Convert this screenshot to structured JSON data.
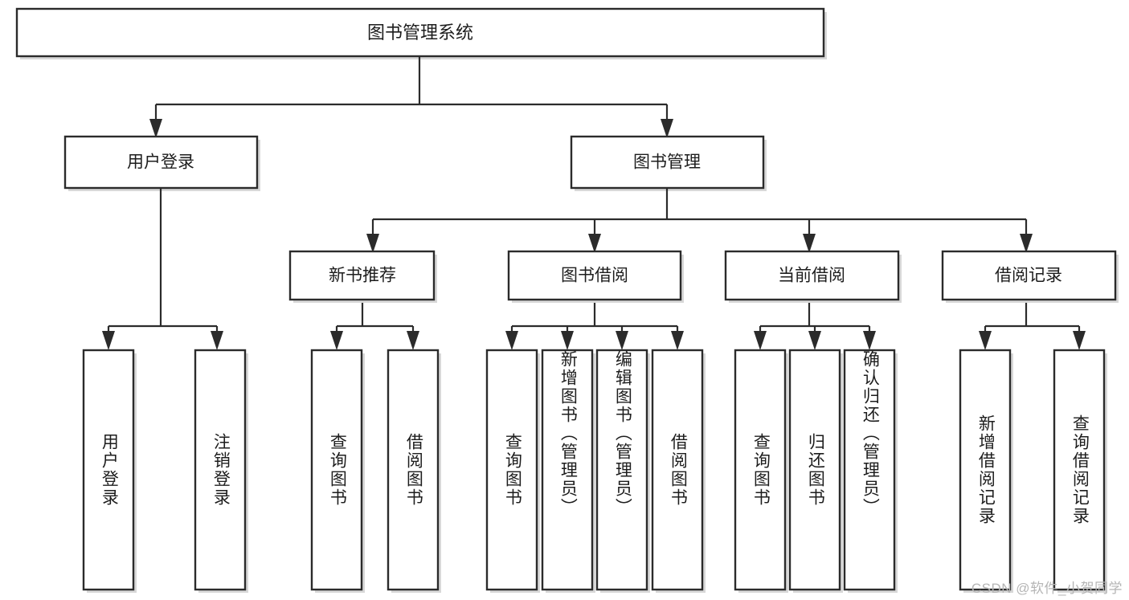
{
  "diagram": {
    "type": "tree-hierarchy",
    "orientation": "top-down",
    "title": "图书管理系统",
    "watermark": "CSDN @软件_小贺同学",
    "colors": {
      "background": "#ffffff",
      "box_stroke": "#2b2b2b",
      "box_fill": "#ffffff",
      "connector": "#2b2b2b",
      "text": "#1d1d1d",
      "watermark": "#b5b5b5"
    },
    "root": {
      "label": "图书管理系统"
    },
    "level1": [
      {
        "label": "用户登录"
      },
      {
        "label": "图书管理"
      }
    ],
    "level2": [
      {
        "label": "新书推荐"
      },
      {
        "label": "图书借阅"
      },
      {
        "label": "当前借阅"
      },
      {
        "label": "借阅记录"
      }
    ],
    "leaves": {
      "user_login": [
        {
          "label": "用户登录"
        },
        {
          "label": "注销登录"
        }
      ],
      "new_book_recommend": [
        {
          "label": "查询图书"
        },
        {
          "label": "借阅图书"
        }
      ],
      "book_borrow": [
        {
          "label": "查询图书"
        },
        {
          "label": "新增图书（管理员）"
        },
        {
          "label": "编辑图书（管理员）"
        },
        {
          "label": "借阅图书"
        }
      ],
      "current_borrow": [
        {
          "label": "查询图书"
        },
        {
          "label": "归还图书"
        },
        {
          "label": "确认归还（管理员）"
        }
      ],
      "borrow_record": [
        {
          "label": "新增借阅记录"
        },
        {
          "label": "查询借阅记录"
        }
      ]
    }
  }
}
